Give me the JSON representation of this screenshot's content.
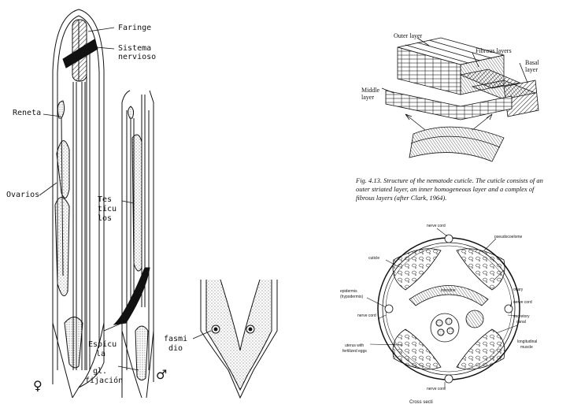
{
  "nematode_figure": {
    "labels": {
      "faringe": "Faringe",
      "sistema": "Sistema",
      "nervioso": "nervioso",
      "reneta": "Reneta",
      "ovarios": "Ovarios",
      "testi": "Tes",
      "testi2": "tícu",
      "testi3": "los",
      "espicula": "Espícu",
      "espicula2": "la",
      "glandula": "gl.",
      "fijacion": "fijación",
      "fasmidio": "fasmi",
      "fasmidio2": "dio"
    },
    "symbols": {
      "female": "♀",
      "male": "♂"
    }
  },
  "cuticle_figure": {
    "labels": {
      "outer_layer": "Outer layer",
      "fibrous_layers": "Fibrous layers",
      "basal": "Basal",
      "basal2": "layer",
      "middle": "Middle",
      "middle2": "layer"
    },
    "caption": "Fig. 4.13. Structure of the nematode cuticle. The cuticle consists of an outer striated layer, an inner homogeneous layer and a complex of fibrous layers (after Clark, 1964)."
  },
  "cross_section_figure": {
    "labels": {
      "nerve_cord_top": "nerve cord",
      "pseudocoelome": "pseudocoelome",
      "cuticle": "cuticle",
      "epidermis": "epidermis",
      "hypodermis": "(hypodermis)",
      "nerve_cord_left": "nerve cord",
      "intestine": "intestine",
      "ovary": "ovary",
      "nerve_cord_right": "nerve cord",
      "excretory": "excretory",
      "canal": "canal",
      "uterus": "uterus with",
      "fertilized": "fertilized eggs",
      "longitudinal": "longitudinal",
      "muscle": "muscle",
      "nerve_cord_bottom": "nerve cord",
      "bottom_caption": "Cross secti"
    }
  }
}
